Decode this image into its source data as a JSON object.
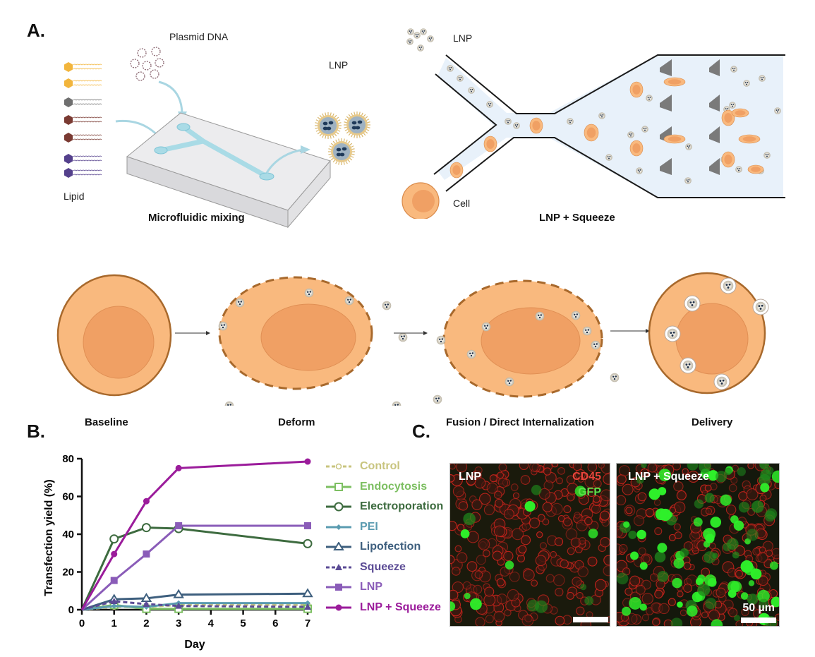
{
  "panels": {
    "a": {
      "label": "A.",
      "microfluidic": {
        "lipid_label": "Lipid",
        "plasmid_label": "Plasmid DNA",
        "lnp_label": "LNP",
        "caption": "Microfluidic mixing",
        "lipid_colors": [
          "#f2b53c",
          "#6f6f6f",
          "#7a3a32",
          "#54408c"
        ]
      },
      "squeeze": {
        "lnp_label": "LNP",
        "cell_label": "Cell",
        "caption": "LNP + Squeeze"
      },
      "mechanism": {
        "steps": [
          {
            "caption": "Baseline"
          },
          {
            "caption": "Deform"
          },
          {
            "caption": "Fusion / Direct Internalization"
          },
          {
            "caption": "Delivery"
          }
        ]
      },
      "colors": {
        "cell_cytoplasm": "#f9b97e",
        "cell_nucleus": "#f0a064",
        "cell_outline": "#b87332",
        "channel_fill": "#e6f0fa",
        "channel_wall": "#1a1a1a",
        "constriction_post": "#7a7a7a",
        "chip_channel": "#a9dbe6"
      }
    },
    "b": {
      "label": "B."
    },
    "c": {
      "label": "C.",
      "images": [
        {
          "title": "LNP",
          "channel_labels": [
            {
              "text": "CD45",
              "color": "#e8453c"
            },
            {
              "text": "GFP",
              "color": "#5be04a"
            }
          ],
          "scale_text": ""
        },
        {
          "title": "LNP + Squeeze",
          "channel_labels": [],
          "scale_text": "50 µm"
        }
      ]
    }
  },
  "chart_data": {
    "type": "line",
    "title": "",
    "xlabel": "Day",
    "ylabel": "Transfection yield (%)",
    "x": [
      0,
      1,
      2,
      3,
      7
    ],
    "xlim": [
      0,
      7
    ],
    "ylim": [
      0,
      80
    ],
    "xticks": [
      0,
      1,
      2,
      3,
      4,
      5,
      6,
      7
    ],
    "yticks": [
      0,
      20,
      40,
      60,
      80
    ],
    "grid": false,
    "legend_position": "right",
    "series": [
      {
        "name": "Control",
        "color": "#c8c47e",
        "marker": "open-circle-small",
        "dashed": true,
        "values": [
          0,
          1.5,
          1.5,
          2.5,
          2.5
        ]
      },
      {
        "name": "Endocytosis",
        "color": "#7dbf62",
        "marker": "open-square",
        "dashed": false,
        "values": [
          0,
          2.5,
          0.5,
          0.5,
          0.5
        ]
      },
      {
        "name": "Electroporation",
        "color": "#3d6b3f",
        "marker": "open-circle",
        "dashed": false,
        "values": [
          0,
          37.5,
          43.5,
          43,
          35
        ]
      },
      {
        "name": "PEI",
        "color": "#5a9bb0",
        "marker": "diamond",
        "dashed": false,
        "values": [
          0,
          2,
          1.5,
          3.5,
          3.5
        ]
      },
      {
        "name": "Lipofection",
        "color": "#3e5f7e",
        "marker": "open-triangle",
        "dashed": false,
        "values": [
          0,
          5.5,
          6,
          8,
          8.5
        ]
      },
      {
        "name": "Squeeze",
        "color": "#5b4b95",
        "marker": "triangle",
        "dashed": true,
        "values": [
          0,
          4.5,
          3,
          2,
          1.5
        ]
      },
      {
        "name": "LNP",
        "color": "#8a5cb8",
        "marker": "square",
        "dashed": false,
        "values": [
          0,
          15.5,
          29.5,
          44.5,
          44.5
        ]
      },
      {
        "name": "LNP + Squeeze",
        "color": "#9b1c9b",
        "marker": "circle",
        "dashed": false,
        "values": [
          0,
          29.5,
          57.5,
          75,
          78.5
        ]
      }
    ]
  }
}
